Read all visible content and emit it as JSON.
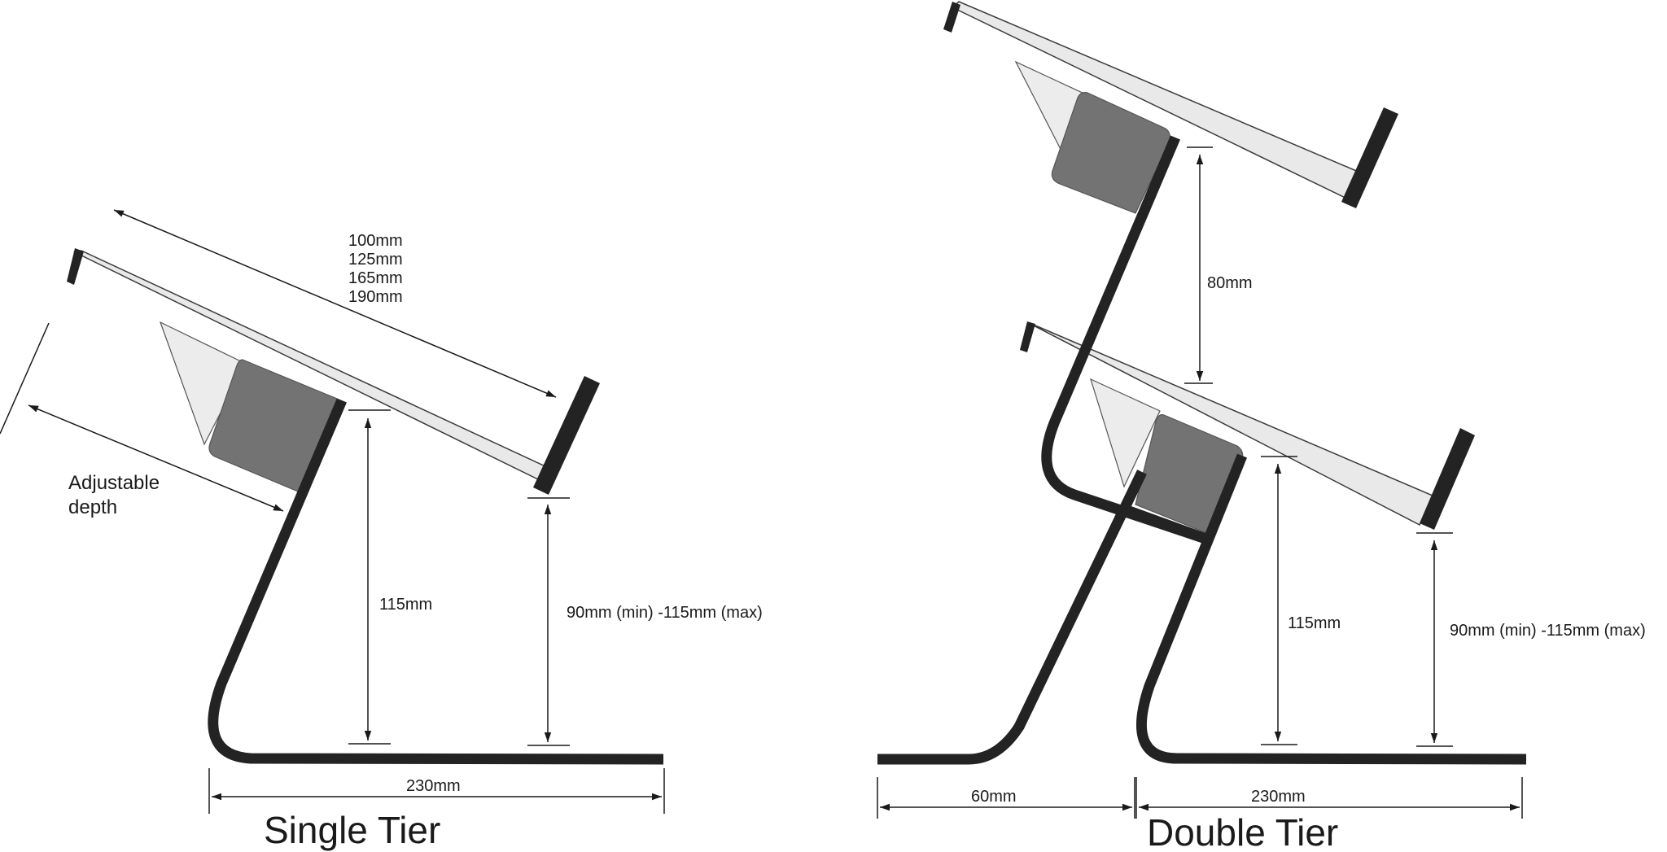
{
  "single_tier": {
    "title": "Single Tier",
    "depth_options": [
      "100mm",
      "125mm",
      "165mm",
      "190mm"
    ],
    "adjustable_label_line1": "Adjustable",
    "adjustable_label_line2": "depth",
    "post_height": "115mm",
    "front_height": "90mm (min) -115mm (max)",
    "base_length": "230mm"
  },
  "double_tier": {
    "title": "Double Tier",
    "tier_gap": "80mm",
    "post_height": "115mm",
    "front_height": "90mm (min) -115mm (max)",
    "offset_length": "60mm",
    "base_length": "230mm"
  },
  "colors": {
    "frame": "#232323",
    "shelf": "#e9e9e9",
    "block": "#737373"
  }
}
